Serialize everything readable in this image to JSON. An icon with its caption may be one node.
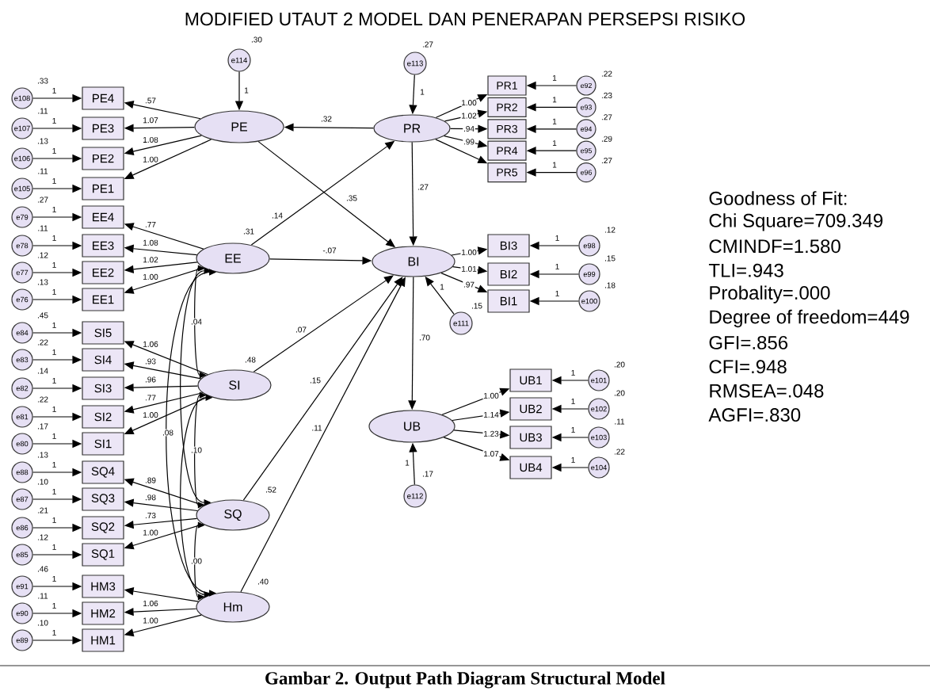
{
  "diagram": {
    "title": "MODIFIED UTAUT 2 MODEL DAN PENERAPAN PERSEPSI RISIKO",
    "caption": "Gambar 2. Output Path Diagram Structural Model",
    "nodes": [
      {
        "text": [
          "e114"
        ],
        "beside": [
          ".30"
        ]
      },
      {
        "text": [
          "PE"
        ]
      },
      {
        "text": [
          "e113"
        ],
        "beside": [
          ".27"
        ]
      },
      {
        "text": [
          "PR"
        ]
      },
      {
        "text": [
          "PE4"
        ]
      },
      {
        "text": [
          "PE3"
        ]
      },
      {
        "text": [
          "PE2"
        ]
      },
      {
        "text": [
          "PE1"
        ]
      },
      {
        "text": [
          "e108"
        ],
        "beside": [
          ".33"
        ]
      },
      {
        "text": [
          "e107"
        ],
        "beside": [
          ".11"
        ]
      },
      {
        "text": [
          "e106"
        ],
        "beside": [
          ".13"
        ]
      },
      {
        "text": [
          "e105"
        ],
        "beside": [
          ".11"
        ]
      },
      {
        "text": [
          "PR1"
        ]
      },
      {
        "text": [
          "PR2"
        ]
      },
      {
        "text": [
          "PR3"
        ]
      },
      {
        "text": [
          "PR4"
        ]
      },
      {
        "text": [
          "PR5"
        ]
      },
      {
        "text": [
          "e92"
        ],
        "beside": [
          ".22"
        ]
      },
      {
        "text": [
          "e93"
        ],
        "beside": [
          ".23"
        ]
      },
      {
        "text": [
          "e94"
        ],
        "beside": [
          ".27"
        ]
      },
      {
        "text": [
          "e95"
        ],
        "beside": [
          ".29"
        ]
      },
      {
        "text": [
          "e96"
        ],
        "beside": [
          ".27"
        ]
      },
      {
        "text": [
          "EE"
        ],
        "beside": [
          ".31"
        ]
      },
      {
        "text": [
          "BI"
        ]
      },
      {
        "text": [
          "EE4"
        ]
      },
      {
        "text": [
          "EE3"
        ]
      },
      {
        "text": [
          "EE2"
        ]
      },
      {
        "text": [
          "EE1"
        ]
      },
      {
        "text": [
          "e79"
        ],
        "beside": [
          ".27"
        ]
      },
      {
        "text": [
          "e78"
        ],
        "beside": [
          ".11"
        ]
      },
      {
        "text": [
          "e77"
        ],
        "beside": [
          ".12"
        ]
      },
      {
        "text": [
          "e76"
        ],
        "beside": [
          ".13"
        ]
      },
      {
        "text": [
          "BI3"
        ]
      },
      {
        "text": [
          "BI2"
        ]
      },
      {
        "text": [
          "BI1"
        ]
      },
      {
        "text": [
          "e98"
        ],
        "beside": [
          ".12"
        ]
      },
      {
        "text": [
          "e99"
        ],
        "beside": [
          ".15"
        ]
      },
      {
        "text": [
          "e100"
        ],
        "beside": [
          ".18"
        ]
      },
      {
        "text": [
          "e111"
        ],
        "beside": [
          ".15"
        ]
      },
      {
        "text": [
          "SI"
        ],
        "beside": [
          ".48"
        ]
      },
      {
        "text": [
          "SI5"
        ]
      },
      {
        "text": [
          "SI4"
        ]
      },
      {
        "text": [
          "SI3"
        ]
      },
      {
        "text": [
          "SI2"
        ]
      },
      {
        "text": [
          "SI1"
        ]
      },
      {
        "text": [
          "e84"
        ],
        "beside": [
          ".45"
        ]
      },
      {
        "text": [
          "e83"
        ],
        "beside": [
          ".22"
        ]
      },
      {
        "text": [
          "e82"
        ],
        "beside": [
          ".14"
        ]
      },
      {
        "text": [
          "e81"
        ],
        "beside": [
          ".22"
        ]
      },
      {
        "text": [
          "e80"
        ],
        "beside": [
          ".17"
        ]
      },
      {
        "text": [
          "UB"
        ]
      },
      {
        "text": [
          "UB1"
        ]
      },
      {
        "text": [
          "UB2"
        ]
      },
      {
        "text": [
          "UB3"
        ]
      },
      {
        "text": [
          "UB4"
        ]
      },
      {
        "text": [
          "e101"
        ],
        "beside": [
          ".20"
        ]
      },
      {
        "text": [
          "e102"
        ],
        "beside": [
          ".20"
        ]
      },
      {
        "text": [
          "e103"
        ],
        "beside": [
          ".11"
        ]
      },
      {
        "text": [
          "e104"
        ],
        "beside": [
          ".22"
        ]
      },
      {
        "text": [
          "e112"
        ],
        "beside": [
          ".17"
        ]
      },
      {
        "text": [
          "SQ"
        ],
        "beside": [
          ".52"
        ]
      },
      {
        "text": [
          "SQ4"
        ]
      },
      {
        "text": [
          "SQ3"
        ]
      },
      {
        "text": [
          "SQ2"
        ]
      },
      {
        "text": [
          "SQ1"
        ]
      },
      {
        "text": [
          "e88"
        ],
        "beside": [
          ".13"
        ]
      },
      {
        "text": [
          "e87"
        ],
        "beside": [
          ".10"
        ]
      },
      {
        "text": [
          "e86"
        ],
        "beside": [
          ".21"
        ]
      },
      {
        "text": [
          "e85"
        ],
        "beside": [
          ".12"
        ]
      },
      {
        "text": [
          "Hm"
        ],
        "beside": [
          ".40"
        ]
      },
      {
        "text": [
          "HM3"
        ]
      },
      {
        "text": [
          "HM2"
        ]
      },
      {
        "text": [
          "HM1"
        ]
      },
      {
        "text": [
          "e91"
        ],
        "beside": [
          ".46"
        ]
      },
      {
        "text": [
          "e90"
        ],
        "beside": [
          ".11"
        ]
      },
      {
        "text": [
          "e89"
        ],
        "beside": [
          ".10"
        ]
      }
    ],
    "edges": [
      {
        "from": 0,
        "to": 1,
        "arrow": "to",
        "label": "1"
      },
      {
        "from": 2,
        "to": 3,
        "arrow": "to",
        "label": "1"
      },
      {
        "from": 3,
        "to": 1,
        "arrow": "to",
        "label": ".32"
      },
      {
        "from": 1,
        "to": 4,
        "arrow": "to",
        "label": ".57"
      },
      {
        "from": 1,
        "to": 5,
        "arrow": "to",
        "label": "1.07"
      },
      {
        "from": 1,
        "to": 6,
        "arrow": "to",
        "label": "1.08"
      },
      {
        "from": 1,
        "to": 7,
        "arrow": "to",
        "label": "1.00"
      },
      {
        "from": 8,
        "to": 4,
        "arrow": "to",
        "label": "1"
      },
      {
        "from": 9,
        "to": 5,
        "arrow": "to",
        "label": "1"
      },
      {
        "from": 10,
        "to": 6,
        "arrow": "to",
        "label": "1"
      },
      {
        "from": 11,
        "to": 7,
        "arrow": "to",
        "label": "1"
      },
      {
        "from": 3,
        "to": 12,
        "arrow": "to",
        "label": "1.00"
      },
      {
        "from": 3,
        "to": 13,
        "arrow": "to",
        "label": "1.02"
      },
      {
        "from": 3,
        "to": 14,
        "arrow": "to",
        "label": ".94"
      },
      {
        "from": 3,
        "to": 15,
        "arrow": "to",
        "label": ".99"
      },
      {
        "from": 3,
        "to": 16,
        "arrow": "to"
      },
      {
        "from": 17,
        "to": 12,
        "arrow": "to",
        "label": "1"
      },
      {
        "from": 18,
        "to": 13,
        "arrow": "to",
        "label": "1"
      },
      {
        "from": 19,
        "to": 14,
        "arrow": "to",
        "label": "1"
      },
      {
        "from": 20,
        "to": 15,
        "arrow": "to",
        "label": "1"
      },
      {
        "from": 21,
        "to": 16,
        "arrow": "to",
        "label": "1"
      },
      {
        "from": 1,
        "to": 23,
        "arrow": "to",
        "label": ".35"
      },
      {
        "from": 22,
        "to": 3,
        "arrow": "to",
        "label": ".14"
      },
      {
        "from": 3,
        "to": 23,
        "arrow": "to",
        "label": ".27"
      },
      {
        "from": 22,
        "to": 23,
        "arrow": "to",
        "label": "-.07"
      },
      {
        "from": 22,
        "to": 24,
        "arrow": "to",
        "label": ".77"
      },
      {
        "from": 22,
        "to": 25,
        "arrow": "to",
        "label": "1.08"
      },
      {
        "from": 22,
        "to": 26,
        "arrow": "to",
        "label": "1.02"
      },
      {
        "from": 22,
        "to": 27,
        "arrow": "to",
        "label": "1.00"
      },
      {
        "from": 28,
        "to": 24,
        "arrow": "to",
        "label": "1"
      },
      {
        "from": 29,
        "to": 25,
        "arrow": "to",
        "label": "1"
      },
      {
        "from": 30,
        "to": 26,
        "arrow": "to",
        "label": "1"
      },
      {
        "from": 31,
        "to": 27,
        "arrow": "to",
        "label": "1"
      },
      {
        "from": 23,
        "to": 32,
        "arrow": "to",
        "label": "1.00"
      },
      {
        "from": 23,
        "to": 33,
        "arrow": "to",
        "label": "1.01"
      },
      {
        "from": 23,
        "to": 34,
        "arrow": "to",
        "label": ".97"
      },
      {
        "from": 35,
        "to": 32,
        "arrow": "to",
        "label": "1"
      },
      {
        "from": 36,
        "to": 33,
        "arrow": "to",
        "label": "1"
      },
      {
        "from": 37,
        "to": 34,
        "arrow": "to",
        "label": "1"
      },
      {
        "from": 38,
        "to": 23,
        "arrow": "to",
        "label": "1"
      },
      {
        "from": 39,
        "to": 23,
        "arrow": "to",
        "label": ".07"
      },
      {
        "from": 39,
        "to": 40,
        "arrow": "to",
        "label": "1.06"
      },
      {
        "from": 39,
        "to": 41,
        "arrow": "to",
        "label": ".93"
      },
      {
        "from": 39,
        "to": 42,
        "arrow": "to",
        "label": ".96"
      },
      {
        "from": 39,
        "to": 43,
        "arrow": "to",
        "label": ".77"
      },
      {
        "from": 39,
        "to": 44,
        "arrow": "to",
        "label": "1.00"
      },
      {
        "from": 45,
        "to": 40,
        "arrow": "to",
        "label": "1"
      },
      {
        "from": 46,
        "to": 41,
        "arrow": "to",
        "label": "1"
      },
      {
        "from": 47,
        "to": 42,
        "arrow": "to",
        "label": "1"
      },
      {
        "from": 48,
        "to": 43,
        "arrow": "to",
        "label": "1"
      },
      {
        "from": 49,
        "to": 44,
        "arrow": "to",
        "label": "1"
      },
      {
        "from": 23,
        "to": 50,
        "arrow": "to",
        "label": ".70"
      },
      {
        "from": 50,
        "to": 51,
        "arrow": "to",
        "label": "1.00"
      },
      {
        "from": 50,
        "to": 52,
        "arrow": "to",
        "label": "1.14"
      },
      {
        "from": 50,
        "to": 53,
        "arrow": "to",
        "label": "1.23"
      },
      {
        "from": 50,
        "to": 54,
        "arrow": "to",
        "label": "1.07"
      },
      {
        "from": 55,
        "to": 51,
        "arrow": "to",
        "label": "1"
      },
      {
        "from": 56,
        "to": 52,
        "arrow": "to",
        "label": "1"
      },
      {
        "from": 57,
        "to": 53,
        "arrow": "to",
        "label": "1"
      },
      {
        "from": 58,
        "to": 54,
        "arrow": "to",
        "label": "1"
      },
      {
        "from": 59,
        "to": 50,
        "arrow": "to",
        "label": "1"
      },
      {
        "from": 60,
        "to": 23,
        "arrow": "to",
        "label": ".15"
      },
      {
        "from": 60,
        "to": 61,
        "arrow": "to",
        "label": ".89"
      },
      {
        "from": 60,
        "to": 62,
        "arrow": "to",
        "label": ".98"
      },
      {
        "from": 60,
        "to": 63,
        "arrow": "to",
        "label": ".73"
      },
      {
        "from": 60,
        "to": 64,
        "arrow": "to",
        "label": "1.00"
      },
      {
        "from": 65,
        "to": 61,
        "arrow": "to",
        "label": "1"
      },
      {
        "from": 66,
        "to": 62,
        "arrow": "to",
        "label": "1"
      },
      {
        "from": 67,
        "to": 63,
        "arrow": "to",
        "label": "1"
      },
      {
        "from": 68,
        "to": 64,
        "arrow": "to",
        "label": "1"
      },
      {
        "from": 69,
        "to": 23,
        "arrow": "to",
        "label": ".11"
      },
      {
        "from": 69,
        "to": 70,
        "arrow": "to"
      },
      {
        "from": 69,
        "to": 71,
        "arrow": "to",
        "label": "1.06"
      },
      {
        "from": 69,
        "to": 72,
        "arrow": "to",
        "label": "1.00"
      },
      {
        "from": 73,
        "to": 70,
        "arrow": "to",
        "label": "1"
      },
      {
        "from": 74,
        "to": 71,
        "arrow": "to",
        "label": "1"
      },
      {
        "from": 75,
        "to": 72,
        "arrow": "to",
        "label": "1"
      },
      {
        "from": 22,
        "to": 39,
        "arrow": "both",
        "label": ".04"
      },
      {
        "from": 22,
        "to": 60,
        "arrow": "both"
      },
      {
        "from": 22,
        "to": 69,
        "arrow": "both",
        "label": ".08"
      },
      {
        "from": 39,
        "to": 60,
        "arrow": "both",
        "label": ".10"
      },
      {
        "from": 39,
        "to": 69,
        "arrow": "both"
      },
      {
        "from": 60,
        "to": 69,
        "arrow": "both",
        "label": ".00"
      }
    ],
    "labels": [
      "Goodness of Fit:",
      "Chi Square=709.349",
      "CMINDF=1.580",
      "TLI=.943",
      "Probality=.000",
      "Degree of freedom=449",
      "GFI=.856",
      "CFI=.948",
      "RMSEA=.048",
      "AGFI=.830"
    ]
  }
}
